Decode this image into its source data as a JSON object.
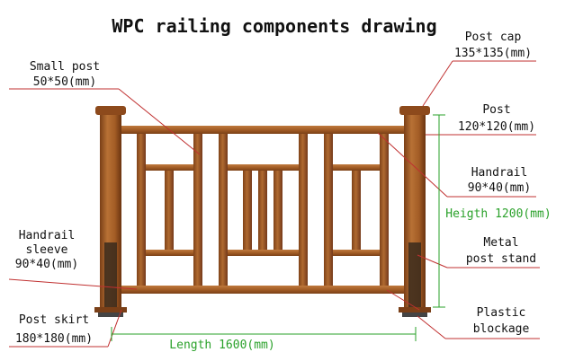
{
  "title": "WPC railing components drawing",
  "labels": {
    "post_cap": {
      "name": "Post cap",
      "size": "135*135(mm)"
    },
    "small_post": {
      "name": "Small post",
      "size": "50*50(mm)"
    },
    "post": {
      "name": "Post",
      "size": "120*120(mm)"
    },
    "handrail": {
      "name": "Handrail",
      "size": "90*40(mm)"
    },
    "height": {
      "text": "Heigth 1200(mm)"
    },
    "handrail_sleeve": {
      "name_line1": "Handrail",
      "name_line2": "sleeve",
      "size": "90*40(mm)"
    },
    "metal_post_stand": {
      "line1": "Metal",
      "line2": "post stand"
    },
    "plastic_blockage": {
      "line1": "Plastic",
      "line2": "blockage"
    },
    "post_skirt": {
      "name": "Post skirt",
      "size": "180*180(mm)"
    },
    "length": {
      "text": "Length 1600(mm)"
    }
  },
  "colors": {
    "wood": "#a4602a",
    "wood_dark": "#6e3712",
    "wood_light": "#c88a52",
    "leader": "#c03030",
    "dimension": "#2aa12a",
    "stand": "#3a2a1c",
    "base": "#444444"
  }
}
